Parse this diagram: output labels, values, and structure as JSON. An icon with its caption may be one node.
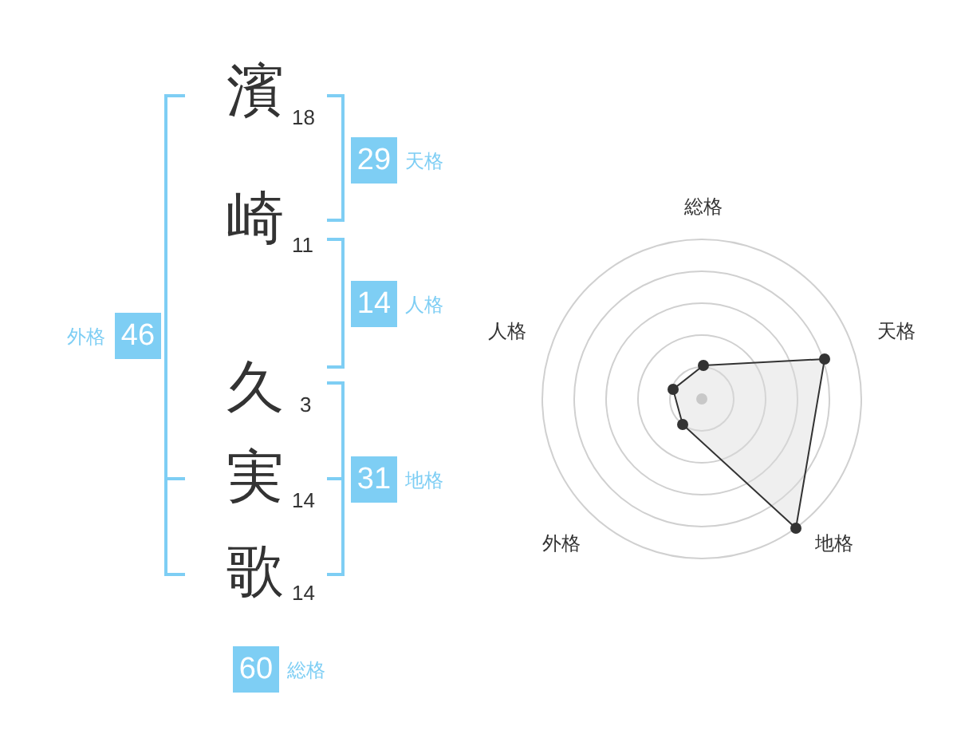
{
  "diagram": {
    "nodes": [
      {
        "text": [
          "29"
        ],
        "beside": [
          "天格"
        ]
      },
      {
        "text": [
          "14"
        ],
        "beside": [
          "人格"
        ]
      },
      {
        "text": [
          "46"
        ],
        "beside": [
          "外格"
        ]
      },
      {
        "text": [
          "31"
        ],
        "beside": [
          "地格"
        ]
      },
      {
        "text": [
          "60"
        ],
        "beside": [
          "総格"
        ]
      }
    ],
    "labels": [
      "濱",
      "18",
      "崎",
      "11",
      "久",
      "3",
      "実",
      "14",
      "歌",
      "14",
      "総格",
      "人格",
      "天格",
      "外格",
      "地格"
    ]
  }
}
